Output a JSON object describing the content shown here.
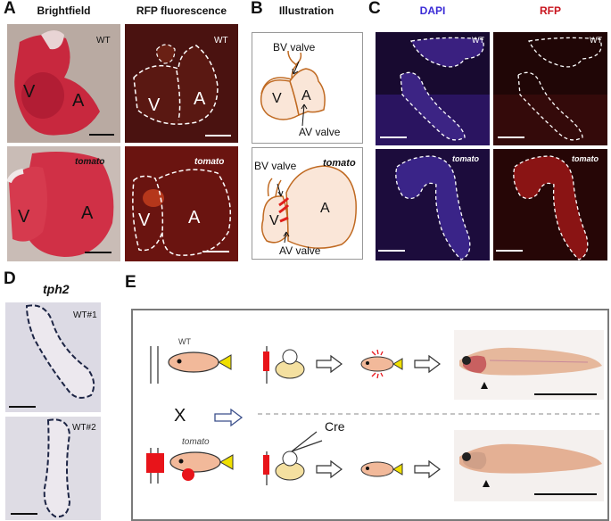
{
  "panels": {
    "A": {
      "label": "A",
      "title_bf": "Brightfield",
      "title_rfp": "RFP fluorescence",
      "wt": "WT",
      "tomato": "tomato",
      "v": "V",
      "a": "A"
    },
    "B": {
      "label": "B",
      "title": "Illustration",
      "bv_valve": "BV valve",
      "av_valve": "AV valve",
      "v": "V",
      "a": "A",
      "tomato": "tomato"
    },
    "C": {
      "label": "C",
      "dapi": "DAPI",
      "rfp": "RFP",
      "wt": "WT",
      "tomato": "tomato"
    },
    "D": {
      "label": "D",
      "title": "tph2",
      "wt1": "WT#1",
      "wt2": "WT#2"
    },
    "E": {
      "label": "E",
      "wt": "WT",
      "tomato": "tomato",
      "cross": "X",
      "cre": "Cre"
    }
  },
  "colors": {
    "dapi": "#3a2bd6",
    "rfp": "#c8141e",
    "heart_fill": "#fae6d8",
    "heart_line": "#c06a22",
    "fish_body": "#f2b99a",
    "fish_tail": "#f0e000"
  }
}
